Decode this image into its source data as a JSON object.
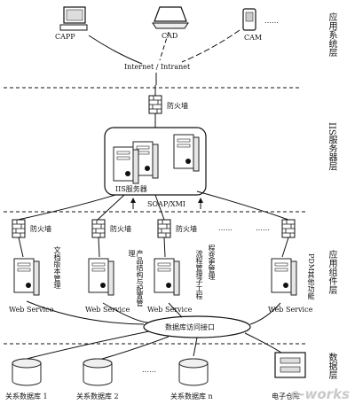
{
  "layers": {
    "app": "应用系统层",
    "iis": "IIS服务器层",
    "component": "应用组件层",
    "data": "数据层"
  },
  "clients": {
    "capp": "CAPP",
    "cad": "CAD",
    "cam": "CAM",
    "ellipsis": "……"
  },
  "network": {
    "internet": "Internet / Intranet"
  },
  "firewall_label": "防火墙",
  "ellipsis": "……",
  "iis_server_label": "IIS服务器",
  "soap_label": "SOAP/XMI",
  "modules": {
    "m1": "文档版本管理",
    "m2": "产品结构与配置管理",
    "m3": "流程管理子工程",
    "m3b": "程变更管理",
    "m4": "PDM其他功能"
  },
  "web_service_label": "Web Service",
  "db_interface": "数据库访问接口",
  "databases": {
    "db1": "关系数据库 1",
    "db2": "关系数据库 2",
    "dbn": "关系数据库 n",
    "warehouse": "电子仓库"
  },
  "watermark": "e-works"
}
